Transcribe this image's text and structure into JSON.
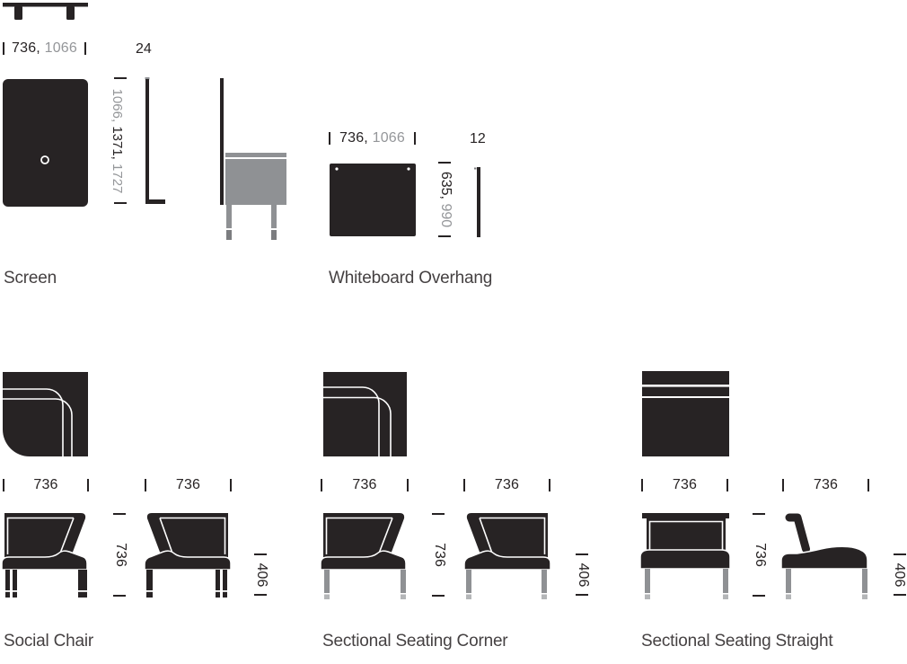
{
  "colors": {
    "ink": "#272324",
    "dim_gray": "#949699",
    "leg_gray": "#8f9194",
    "foot_gray": "#b4b6b8",
    "desk_gray": "#8f9194"
  },
  "screen": {
    "label": "Screen",
    "width": {
      "front": "736, ",
      "alt": "1066"
    },
    "depth": "24",
    "heights": [
      "1066, ",
      "1371, ",
      "1727"
    ]
  },
  "whiteboard": {
    "label": "Whiteboard Overhang",
    "width": {
      "front": "736, ",
      "alt": "1066"
    },
    "depth": "12",
    "heights": {
      "primary": "635, ",
      "alt": "990"
    }
  },
  "social_chair": {
    "label": "Social Chair",
    "front_width": "736",
    "side_depth": "736",
    "overall_height": "736",
    "seat_height": "406"
  },
  "sectional_corner": {
    "label": "Sectional Seating Corner",
    "front_width": "736",
    "side_depth": "736",
    "overall_height": "736",
    "seat_height": "406"
  },
  "sectional_straight": {
    "label": "Sectional Seating Straight",
    "front_width": "736",
    "side_depth": "736",
    "overall_height": "736",
    "seat_height": "406"
  }
}
